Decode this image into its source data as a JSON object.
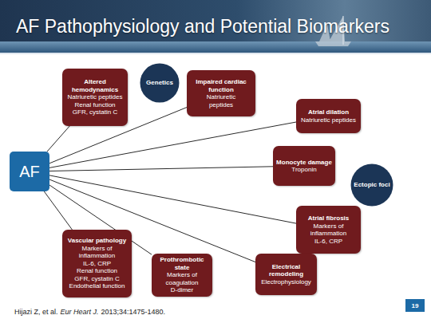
{
  "diagram": {
    "title": "AF Pathophysiology and Potential Biomarkers",
    "nodes": [
      {
        "text": [
          "AF"
        ]
      },
      {
        "text": [
          "Altered hemodynamics",
          "Natriuretic peptides",
          "Renal function",
          "GFR, cystatin C"
        ]
      },
      {
        "text": [
          "Genetics"
        ]
      },
      {
        "text": [
          "Impaired cardiac function",
          "Natriuretic peptides"
        ]
      },
      {
        "text": [
          "Atrial dilation",
          "Natriuretic peptides"
        ]
      },
      {
        "text": [
          "Monocyte damage",
          "Troponin"
        ]
      },
      {
        "text": [
          "Ectopic foci"
        ]
      },
      {
        "text": [
          "Atrial fibrosis",
          "Markers of inflammation",
          "IL-6, CRP"
        ]
      },
      {
        "text": [
          "Electrical remodeling",
          "Electrophysiology"
        ]
      },
      {
        "text": [
          "Prothrombotic state",
          "Markers of coagulation",
          "D-dimer"
        ]
      },
      {
        "text": [
          "Vascular pathology",
          "Markers of inflammation",
          "IL-6, CRP",
          "Renal function",
          "GFR, cystatin C",
          "Endothelial function"
        ]
      }
    ],
    "edges": [
      {
        "from": 0,
        "to": 1,
        "arrow": "none"
      },
      {
        "from": 0,
        "to": 3,
        "arrow": "none"
      },
      {
        "from": 0,
        "to": 4,
        "arrow": "none"
      },
      {
        "from": 0,
        "to": 5,
        "arrow": "none"
      },
      {
        "from": 0,
        "to": 7,
        "arrow": "none"
      },
      {
        "from": 0,
        "to": 8,
        "arrow": "none"
      },
      {
        "from": 0,
        "to": 9,
        "arrow": "none"
      },
      {
        "from": 0,
        "to": 10,
        "arrow": "none"
      }
    ],
    "labels": [
      "Hijazi Z, et al.",
      "Eur Heart J.",
      "2013;34:1475-1480.",
      "19"
    ]
  }
}
